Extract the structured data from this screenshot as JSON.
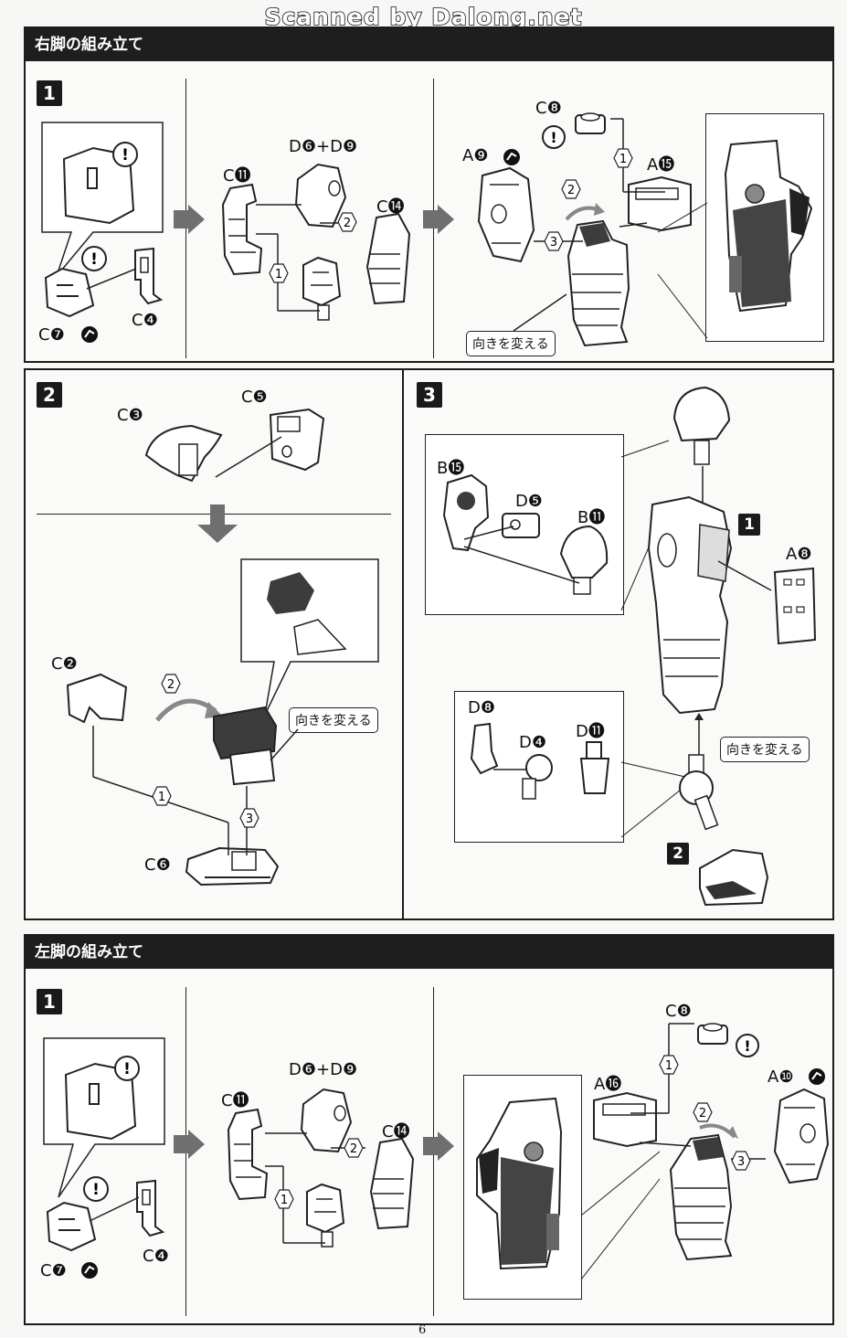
{
  "watermark": "Scanned by Dalong.net",
  "page_number": "6",
  "sections": {
    "right_leg": {
      "title": "右脚の組み立て",
      "steps": [
        {
          "number": "1",
          "parts": {
            "c7": "C❼",
            "c4": "C❹",
            "c11": "C⓫",
            "d6_d9": "D❻+D❾",
            "c14": "C⓮",
            "c8": "C❽",
            "a9": "A❾",
            "a15": "A⓯"
          },
          "sequence": [
            "1",
            "2",
            "1",
            "2",
            "3"
          ],
          "callout": "向きを変える"
        }
      ]
    },
    "step2": {
      "number": "2",
      "parts": {
        "c3": "C❸",
        "c5": "C❺",
        "c2": "C❷",
        "c6": "C❻"
      },
      "sequence": [
        "2",
        "1",
        "3"
      ],
      "callout": "向きを変える"
    },
    "step3": {
      "number": "3",
      "parts": {
        "b15": "B⓯",
        "d5": "D❺",
        "b11": "B⓫",
        "a8": "A❽",
        "d8": "D❽",
        "d4": "D❹",
        "d11": "D⓫"
      },
      "refs": [
        "1",
        "2"
      ],
      "callout": "向きを変える"
    },
    "left_leg": {
      "title": "左脚の組み立て",
      "steps": [
        {
          "number": "1",
          "parts": {
            "c7": "C❼",
            "c4": "C❹",
            "c11": "C⓫",
            "d6_d9": "D❻+D❾",
            "c14": "C⓮",
            "c8": "C❽",
            "a16": "A⓰",
            "a10": "A❿"
          },
          "sequence": [
            "1",
            "2",
            "1",
            "2",
            "3"
          ]
        }
      ]
    }
  },
  "icons": [
    "exclamation-icon",
    "nub-cut-icon",
    "step-arrow-icon",
    "rotate-arrow-icon"
  ]
}
